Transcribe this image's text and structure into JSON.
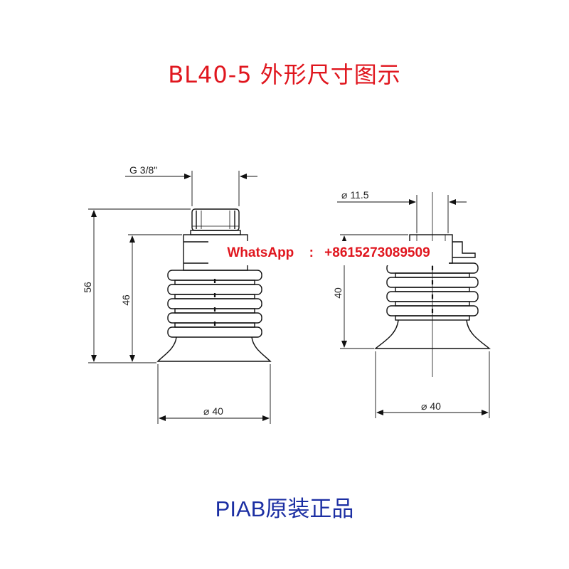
{
  "title": "BL40-5 外形尺寸图示",
  "footer": "PIAB原装正品",
  "watermark": {
    "label": "WhatsApp",
    "separator": ":",
    "phone": "+8615273089509"
  },
  "left_view": {
    "thread_label": "G 3/8\"",
    "height_total": "56",
    "height_body": "46",
    "diameter": "⌀ 40"
  },
  "right_view": {
    "inner_diameter": "⌀ 11.5",
    "height": "40",
    "diameter": "⌀ 40"
  },
  "colors": {
    "title": "#e0161e",
    "footer": "#1c2fa3",
    "watermark": "#e0161e",
    "line": "#111111"
  }
}
